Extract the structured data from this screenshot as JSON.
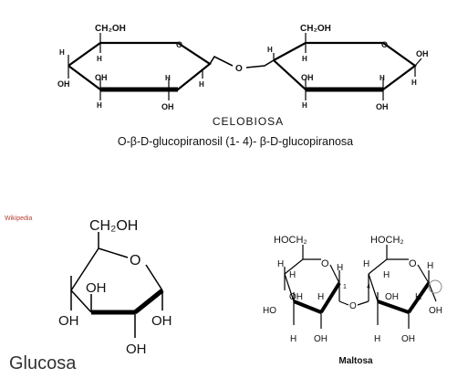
{
  "cellobiose": {
    "title": "CELOBIOSA",
    "subtitle": "O-β-D-glucopiranosil (1- 4)- β-D-glucopiranosa",
    "ring1": {
      "ch2oh": "CH₂OH",
      "ring_o": "O",
      "h_left_top": "H",
      "h_c5": "H",
      "oh_left": "OH",
      "oh_c3": "OH",
      "h_c2a": "H",
      "h_c2b": "H",
      "h_c4": "H",
      "oh_c2": "OH"
    },
    "bridge_o": "O",
    "ring2": {
      "ch2oh": "CH₂OH",
      "ring_o": "O",
      "h_c4": "H",
      "h_c5": "H",
      "oh_c3": "OH",
      "h_c3": "H",
      "oh_c1": "OH",
      "h_c1": "H",
      "h_c2": "H",
      "oh_c2": "OH"
    }
  },
  "glucose": {
    "watermark": "Wikipedia",
    "ch2oh": "CH₂OH",
    "ring_o": "O",
    "oh_ring": "OH",
    "oh_left": "OH",
    "oh_right": "OH",
    "oh_bottom": "OH",
    "name": "Glucosa"
  },
  "maltose": {
    "name": "Maltosa",
    "ring1": {
      "hoch2": "HOCH₂",
      "ring_o": "O",
      "h_right": "H",
      "h_left": "H",
      "h_c4": "H",
      "oh_ring": "OH",
      "h_mid": "H",
      "ho_left": "HO",
      "h_bottom": "H",
      "oh_bottom": "OH",
      "pos1": "1"
    },
    "bridge_o": "O",
    "ring2": {
      "hoch2": "HOCH₂",
      "ring_o": "O",
      "h_right": "H",
      "h_left": "H",
      "h_c5": "H",
      "pos4": "4",
      "oh_ring": "OH",
      "h_mid": "H",
      "oh_right": "OH",
      "h_bottom": "H",
      "oh_bottom": "OH"
    }
  }
}
